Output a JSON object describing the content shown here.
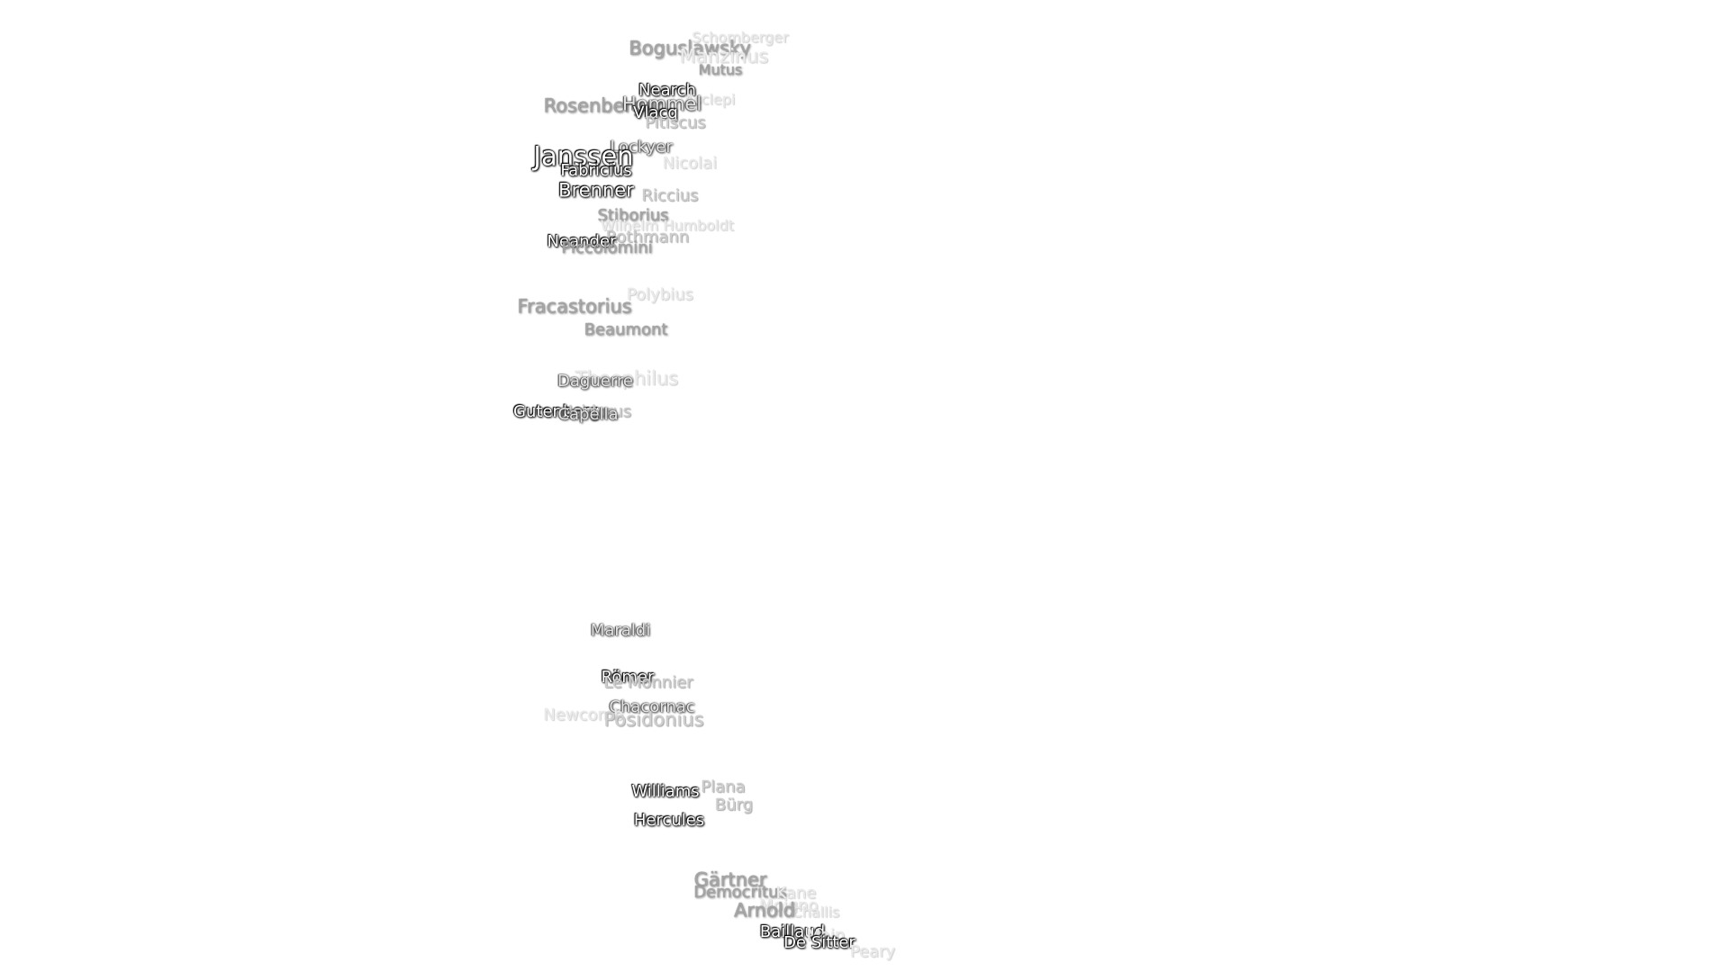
{
  "craters": [
    {
      "name": "Schomberger",
      "tone": 5,
      "size": 1
    },
    {
      "name": "Boguslawsky",
      "tone": 3,
      "size": 3
    },
    {
      "name": "Manzinus",
      "tone": 5,
      "size": 3
    },
    {
      "name": "Mutus",
      "tone": 3,
      "size": 1
    },
    {
      "name": "Nearch",
      "tone": 1,
      "size": 2
    },
    {
      "name": "Asclepi",
      "tone": 5,
      "size": 1
    },
    {
      "name": "Rosenberger",
      "tone": 3,
      "size": 3
    },
    {
      "name": "Hommel",
      "tone": 2,
      "size": 3
    },
    {
      "name": "Vlacq",
      "tone": 1,
      "size": 2
    },
    {
      "name": "Pitiscus",
      "tone": 4,
      "size": 2
    },
    {
      "name": "Lockyer",
      "tone": 2,
      "size": 2
    },
    {
      "name": "Janssen",
      "tone": 1,
      "size": 4
    },
    {
      "name": "Nicolai",
      "tone": 5,
      "size": 2
    },
    {
      "name": "Fabricius",
      "tone": 1,
      "size": 2
    },
    {
      "name": "Brenner",
      "tone": 1,
      "size": 3
    },
    {
      "name": "Riccius",
      "tone": 4,
      "size": 2
    },
    {
      "name": "Stiborius",
      "tone": 3,
      "size": 2
    },
    {
      "name": "Wilhelm Humboldt",
      "tone": 5,
      "size": 1
    },
    {
      "name": "Rothmann",
      "tone": 4,
      "size": 2
    },
    {
      "name": "Neander",
      "tone": 1,
      "size": 2
    },
    {
      "name": "Piccolomini",
      "tone": 3,
      "size": 2
    },
    {
      "name": "Polybius",
      "tone": 5,
      "size": 2
    },
    {
      "name": "Fracastorius",
      "tone": 3,
      "size": 3
    },
    {
      "name": "Beaumont",
      "tone": 3,
      "size": 2
    },
    {
      "name": "Theophilus",
      "tone": 5,
      "size": 3
    },
    {
      "name": "Daguerre",
      "tone": 2,
      "size": 2
    },
    {
      "name": "Gutenberg",
      "tone": 1,
      "size": 2
    },
    {
      "name": "Isidorus",
      "tone": 4,
      "size": 2
    },
    {
      "name": "Capella",
      "tone": 2,
      "size": 2
    },
    {
      "name": "Maraldi",
      "tone": 2,
      "size": 2
    },
    {
      "name": "Römer",
      "tone": 1,
      "size": 2
    },
    {
      "name": "Le Monnier",
      "tone": 4,
      "size": 2
    },
    {
      "name": "Chacornac",
      "tone": 2,
      "size": 2
    },
    {
      "name": "Newcomb",
      "tone": 5,
      "size": 2
    },
    {
      "name": "Posidonius",
      "tone": 4,
      "size": 3
    },
    {
      "name": "Williams",
      "tone": 1,
      "size": 2
    },
    {
      "name": "Plana",
      "tone": 4,
      "size": 2
    },
    {
      "name": "Bürg",
      "tone": 4,
      "size": 2
    },
    {
      "name": "Hercules",
      "tone": 1,
      "size": 2
    },
    {
      "name": "Gärtner",
      "tone": 3,
      "size": 3
    },
    {
      "name": "Democritus",
      "tone": 3,
      "size": 2
    },
    {
      "name": "Kane",
      "tone": 5,
      "size": 2
    },
    {
      "name": "Moigno",
      "tone": 5,
      "size": 2
    },
    {
      "name": "Challis",
      "tone": 5,
      "size": 1
    },
    {
      "name": "Arnold",
      "tone": 3,
      "size": 3
    },
    {
      "name": "Baillaud",
      "tone": 1,
      "size": 2
    },
    {
      "name": "Main",
      "tone": 5,
      "size": 2
    },
    {
      "name": "De Sitter",
      "tone": 1,
      "size": 2
    },
    {
      "name": "Peary",
      "tone": 5,
      "size": 2
    }
  ]
}
